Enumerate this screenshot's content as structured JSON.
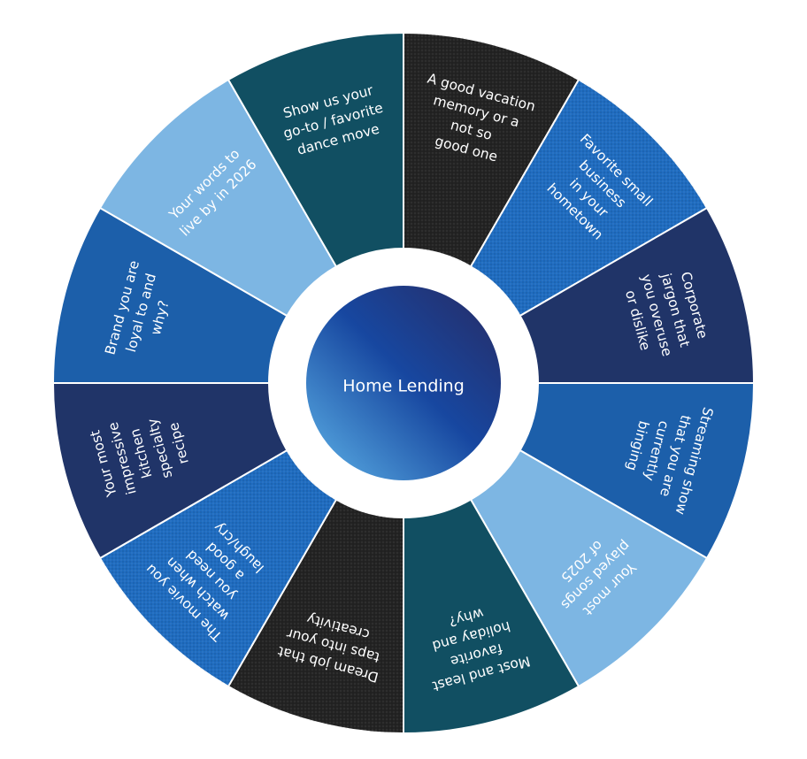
{
  "center": {
    "label": "Home Lending"
  },
  "colors": {
    "charcoal": "#232323",
    "bright_blue": "#1f6cc0",
    "navy": "#203468",
    "medium_blue": "#1c5faa",
    "light_blue": "#7db6e3",
    "teal": "#114f62",
    "center_dark": "#243170",
    "center_mid": "#1747a0",
    "center_light": "#4a95d4",
    "divider": "#ffffff"
  },
  "segments": [
    {
      "id": "vacation-memory",
      "color": "charcoal",
      "textured": true,
      "lines": [
        "A good vacation",
        "memory or a",
        "not so",
        "good one"
      ]
    },
    {
      "id": "small-business",
      "color": "bright_blue",
      "textured": true,
      "lines": [
        "Favorite small",
        "business",
        "in your",
        "hometown"
      ]
    },
    {
      "id": "corporate-jargon",
      "color": "navy",
      "textured": false,
      "lines": [
        "Corporate",
        "jargon that",
        "you overuse",
        "or dislike"
      ]
    },
    {
      "id": "streaming-show",
      "color": "medium_blue",
      "textured": false,
      "lines": [
        "Streaming show",
        "that you are",
        "currently",
        "binging"
      ]
    },
    {
      "id": "played-songs",
      "color": "light_blue",
      "textured": false,
      "lines": [
        "Your most",
        "played songs",
        "of 2025"
      ]
    },
    {
      "id": "favorite-holiday",
      "color": "teal",
      "textured": false,
      "lines": [
        "Most and least",
        "favorite",
        "holiday and",
        "why?"
      ]
    },
    {
      "id": "dream-job",
      "color": "charcoal",
      "textured": true,
      "lines": [
        "Dream job that",
        "taps into your",
        "creativity"
      ]
    },
    {
      "id": "movie",
      "color": "bright_blue",
      "textured": true,
      "lines": [
        "The movie you",
        "watch when",
        "you need",
        "a good",
        "laugh/cry"
      ]
    },
    {
      "id": "kitchen-recipe",
      "color": "navy",
      "textured": false,
      "lines": [
        "Your most",
        "impressive",
        "kitchen",
        "specialty",
        "recipe"
      ]
    },
    {
      "id": "brand-loyal",
      "color": "medium_blue",
      "textured": false,
      "lines": [
        "Brand you are",
        "loyal to and",
        "why?"
      ]
    },
    {
      "id": "words-to-live-by",
      "color": "light_blue",
      "textured": false,
      "lines": [
        "Your words to",
        "live by in 2026"
      ]
    },
    {
      "id": "dance-move",
      "color": "teal",
      "textured": false,
      "lines": [
        "Show us your",
        "go-to / favorite",
        "dance move"
      ]
    }
  ]
}
